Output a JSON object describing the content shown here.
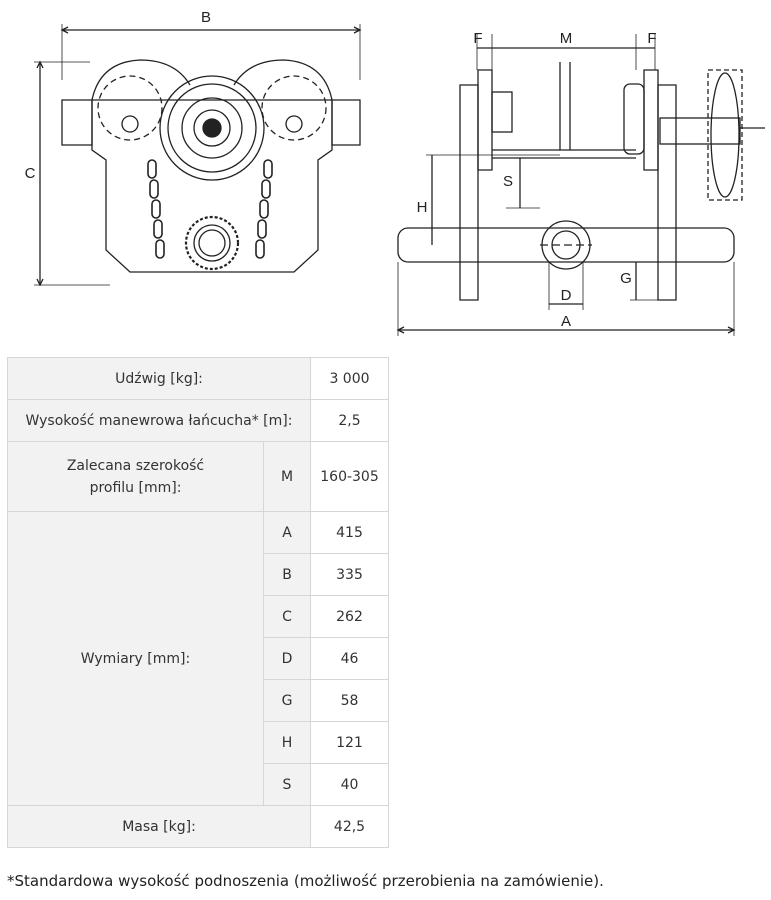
{
  "drawing_labels": {
    "front": {
      "B": "B",
      "C": "C"
    },
    "side": {
      "F_left": "F",
      "M": "M",
      "F_right": "F",
      "S": "S",
      "H": "H",
      "G": "G",
      "D": "D",
      "A": "A"
    }
  },
  "table": {
    "capacity": {
      "label": "Udźwig [kg]:",
      "value": "3 000"
    },
    "chain_height": {
      "label": "Wysokość manewrowa łańcucha* [m]:",
      "value": "2,5"
    },
    "profile": {
      "label_line1": "Zalecana szerokość",
      "label_line2": "profilu [mm]:",
      "symbol": "M",
      "value": "160-305"
    },
    "dimensions": {
      "label": "Wymiary [mm]:",
      "rows": [
        {
          "symbol": "A",
          "value": "415"
        },
        {
          "symbol": "B",
          "value": "335"
        },
        {
          "symbol": "C",
          "value": "262"
        },
        {
          "symbol": "D",
          "value": "46"
        },
        {
          "symbol": "G",
          "value": "58"
        },
        {
          "symbol": "H",
          "value": "121"
        },
        {
          "symbol": "S",
          "value": "40"
        }
      ]
    },
    "mass": {
      "label": "Masa [kg]:",
      "value": "42,5"
    }
  },
  "footnote": "*Standardowa wysokość podnoszenia (możliwość przerobienia na zamówienie)."
}
